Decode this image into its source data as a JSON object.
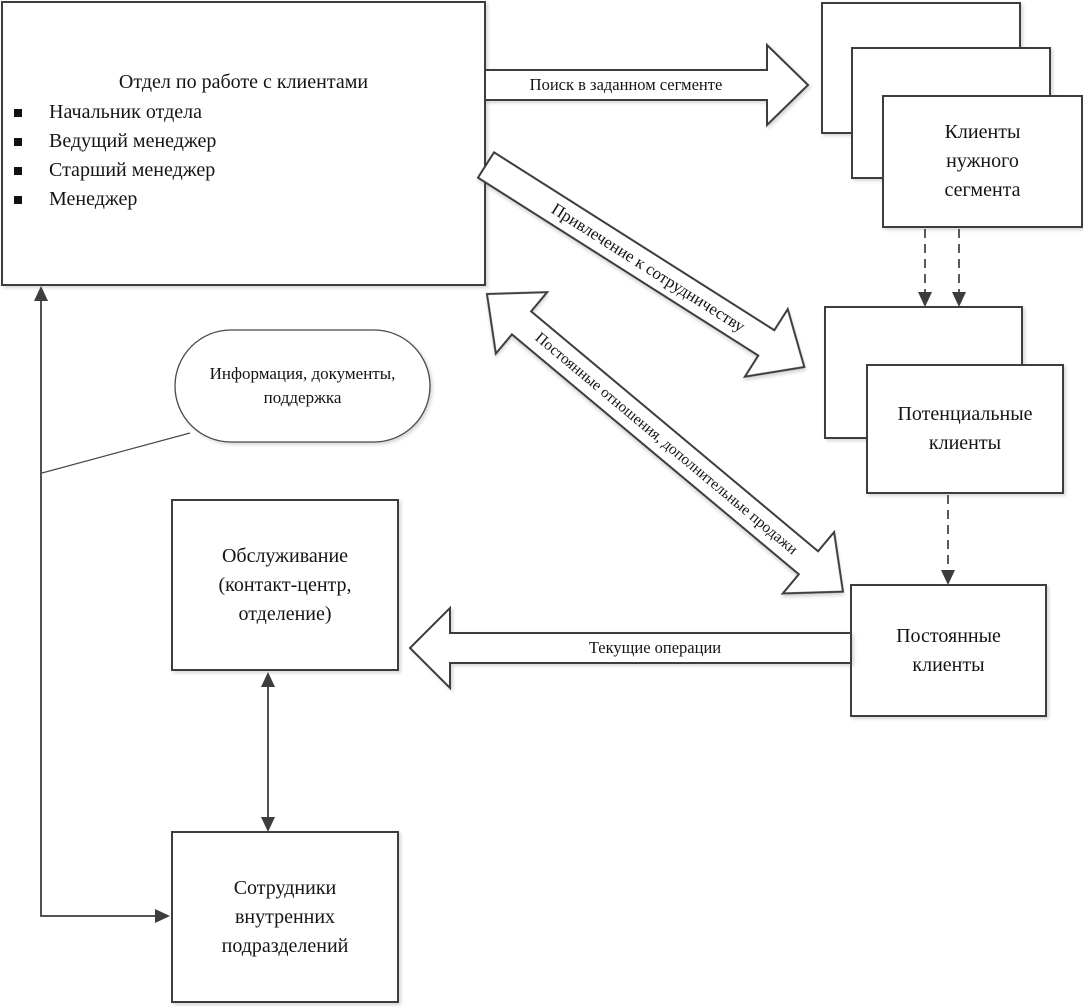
{
  "dept": {
    "title": "Отдел по работе с клиентами",
    "items": [
      "Начальник отдела",
      "Ведущий менеджер",
      "Старший менеджер",
      "Менеджер"
    ]
  },
  "nodes": {
    "target_clients": "Клиенты\nнужного\nсегмента",
    "potential_clients": "Потенциальные\nклиенты",
    "regular_clients": "Постоянные\nклиенты",
    "service": "Обслуживание\n(контакт-центр,\nотделение)",
    "internal_staff": "Сотрудники\nвнутренних\nподразделений",
    "info_support": "Информация, документы,\nподдержка"
  },
  "arrows": {
    "search_segment": "Поиск в заданном сегменте",
    "attract": "Привлечение к сотрудничеству",
    "relations": "Постоянные отношения, дополнительные продажи",
    "operations": "Текущие операции"
  },
  "colors": {
    "stroke": "#3d3d3d",
    "fill": "#ffffff",
    "text": "#141414"
  }
}
